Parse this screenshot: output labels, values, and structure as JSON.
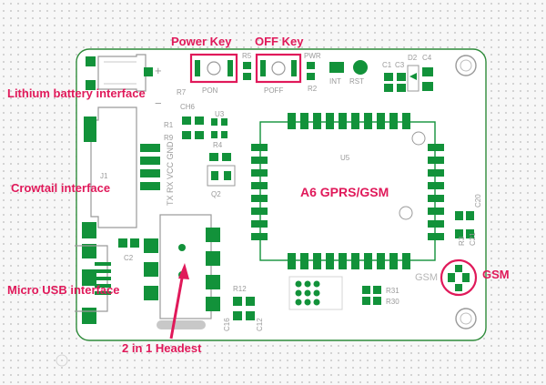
{
  "callouts": {
    "power_key": "Power Key",
    "off_key": "OFF Key",
    "lithium_battery": "Lithium battery interface",
    "crowtail": "Crowtail interface",
    "micro_usb": "Micro USB interface",
    "headset": "2 in 1 Headest",
    "a6_module": "A6 GPRS/GSM",
    "gsm": "GSM"
  },
  "silkscreen": {
    "pon": "PON",
    "poff": "POFF",
    "r5": "R5",
    "pwr": "PWR",
    "r2": "R2",
    "int": "INT",
    "rst": "RST",
    "c1": "C1",
    "c3": "C3",
    "d2": "D2",
    "c4": "C4",
    "r7": "R7",
    "ch6": "CH6",
    "r1": "R1",
    "r9": "R9",
    "u3": "U3",
    "r4": "R4",
    "j1": "J1",
    "q2": "Q2",
    "u5": "U5",
    "c2": "C2",
    "c20": "C20",
    "c21": "C21",
    "r3": "R3",
    "gsm": "GSM",
    "r12": "R12",
    "c16": "C16",
    "c12": "C12",
    "r31": "R31",
    "r30": "R30",
    "plus": "+",
    "minus": "−",
    "tx_rx_vcc_gnd": "TX RX VCC GND"
  },
  "colors": {
    "callout": "#e0195a",
    "pad": "#12923a",
    "outline": "#2e8b3a",
    "silk": "#9a9a9a",
    "board": "#ffffff"
  }
}
